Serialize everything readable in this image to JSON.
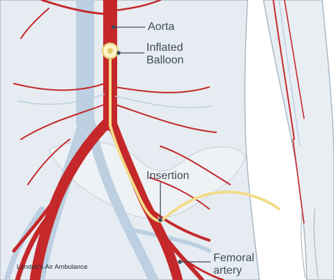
{
  "labels": {
    "aorta": "Aorta",
    "balloon_line1": "Inflated",
    "balloon_line2": "Balloon",
    "insertion": "Insertion",
    "femoral_line1": "Femoral",
    "femoral_line2": "artery",
    "credit": "London's Air Ambulance"
  },
  "colors": {
    "background": "#ffffff",
    "body": "#e6ecf1",
    "body_outline": "#aab8c3",
    "vein": "#bcd0e2",
    "artery": "#c4282a",
    "artery_dark": "#981c1f",
    "catheter": "#f2dc8a",
    "label_text": "#3d4b57"
  }
}
